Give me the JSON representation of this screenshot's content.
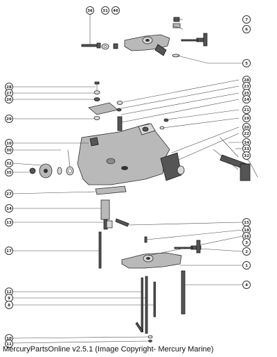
{
  "footer": "MercuryPartsOnline v2.5.1 (Image Copyright- Mercury Marine)",
  "callouts": {
    "c36": "36",
    "c31": "31",
    "c46": "46",
    "c7": "7",
    "c6": "6",
    "c5": "5",
    "c28": "28",
    "c27": "27",
    "c26": "26",
    "c29": "29",
    "c28r": "28",
    "c23": "23",
    "c25": "25",
    "c24": "24",
    "c21": "21",
    "c19": "19",
    "c20": "20",
    "c22": "22",
    "c10": "10",
    "c30": "30",
    "c32": "32",
    "c35": "35",
    "c34": "34",
    "c33": "33",
    "c32r": "32",
    "c27b": "27",
    "c14": "14",
    "c13": "13",
    "c15": "15",
    "c17": "17",
    "c18": "18",
    "c16": "16",
    "c3": "3",
    "c2": "2",
    "c1": "1",
    "c4": "4",
    "c12": "12",
    "c9": "9",
    "c8": "8",
    "c10b": "10",
    "c11": "11"
  }
}
